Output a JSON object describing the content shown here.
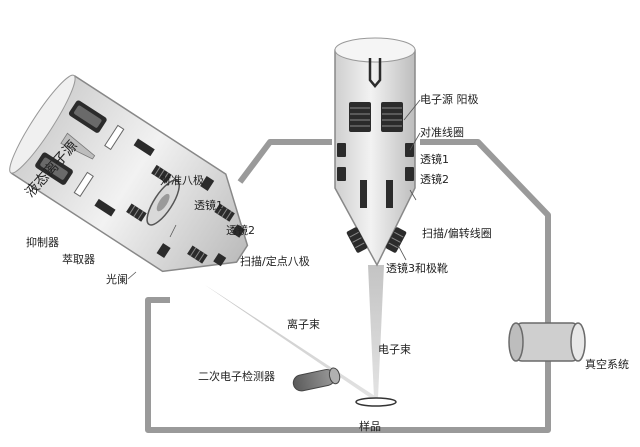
{
  "diagram": {
    "labels": {
      "liquid_ion_source": "液态离子源",
      "electron_source_anode": "电子源 阳极",
      "alignment_coil": "对准线圈",
      "lens1_electron": "透镜1",
      "lens2_electron": "透镜2",
      "scan_deflect_coil": "扫描/偏转线圈",
      "lens3_pole_shoe": "透镜3和极靴",
      "alignment_octupole": "对准八极",
      "lens1_ion": "透镜1",
      "lens2_ion": "透镜2",
      "scan_fix_octupole": "扫描/定点八极",
      "suppressor": "抑制器",
      "extractor": "萃取器",
      "aperture": "光阑",
      "ion_beam": "离子束",
      "electron_beam": "电子束",
      "secondary_electron_detector": "二次电子检测器",
      "sample": "样品",
      "vacuum_system": "真空系统"
    },
    "colors": {
      "chamber_line": "#9a9a9a",
      "column_body": "#e6e6e6",
      "component_dark": "#2b2b2b",
      "beam": "#c8c8c8"
    }
  }
}
